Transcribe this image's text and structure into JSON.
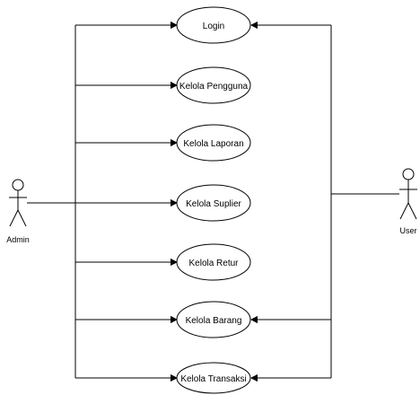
{
  "diagram": {
    "type": "use-case",
    "actors": {
      "admin": {
        "label": "Admin"
      },
      "user": {
        "label": "User"
      }
    },
    "use_cases": [
      {
        "label": "Login",
        "connected_to": [
          "admin",
          "user"
        ]
      },
      {
        "label": "Kelola Pengguna",
        "connected_to": [
          "admin"
        ]
      },
      {
        "label": "Kelola Laporan",
        "connected_to": [
          "admin"
        ]
      },
      {
        "label": "Kelola Suplier",
        "connected_to": [
          "admin"
        ]
      },
      {
        "label": "Kelola Retur",
        "connected_to": [
          "admin"
        ]
      },
      {
        "label": "Kelola Barang",
        "connected_to": [
          "admin",
          "user"
        ]
      },
      {
        "label": "Kelola Transaksi",
        "connected_to": [
          "admin",
          "user"
        ]
      }
    ]
  }
}
